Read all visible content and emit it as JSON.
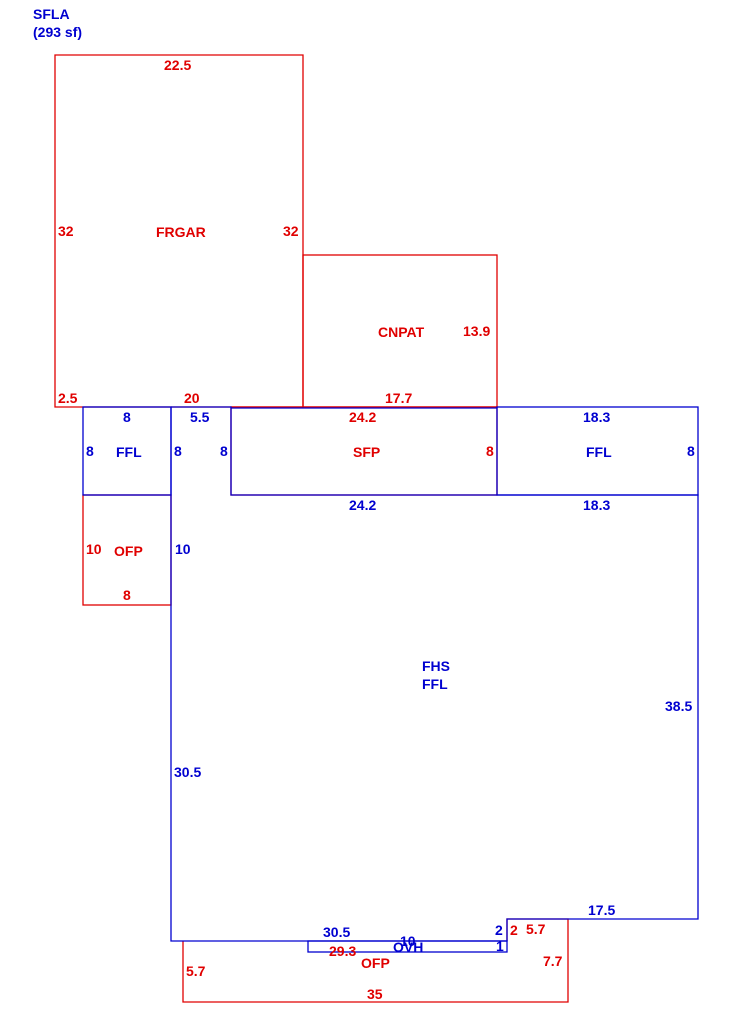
{
  "colors": {
    "red": "#e00000",
    "blue": "#0000d0"
  },
  "header": {
    "line1": "SFLA",
    "line2": "(293 sf)"
  },
  "areas": {
    "frgar": "FRGAR",
    "cnpat": "CNPAT",
    "sfp": "SFP",
    "ffl_left": "FFL",
    "ffl_right": "FFL",
    "ofp_left": "OFP",
    "ofp_bottom": "OFP",
    "fhs": "FHS",
    "ffl_main": "FFL",
    "ovh": "OVH"
  },
  "dims": {
    "frgar_top": "22.5",
    "frgar_left": "32",
    "frgar_right": "32",
    "frgar_bottom_a": "2.5",
    "frgar_bottom_b": "20",
    "cnpat_right": "13.9",
    "cnpat_bottom": "17.7",
    "ffl_left_top": "8",
    "ffl_left_left": "8",
    "ffl_left_right": "8",
    "notch_top": "5.5",
    "notch_side": "8",
    "sfp_top": "24.2",
    "sfp_right": "8",
    "sfp_bottom": "24.2",
    "ffl_right_top": "18.3",
    "ffl_right_right": "8",
    "ffl_right_bottom": "18.3",
    "ofp_left_side": "10",
    "ofp_left_bottom": "8",
    "fhs_upper_left": "10",
    "fhs_lower_left": "30.5",
    "fhs_right": "38.5",
    "fhs_step_top": "17.5",
    "fhs_bottom": "30.5",
    "ovh_top": "10",
    "ovh_bottom": "29.3",
    "step_side": "2",
    "ovh_side": "1",
    "ofp_bottom_left": "5.7",
    "ofp_bottom_step_side": "2",
    "ofp_bottom_top_right": "5.7",
    "ofp_bottom_right": "7.7",
    "ofp_bottom_base": "35"
  }
}
